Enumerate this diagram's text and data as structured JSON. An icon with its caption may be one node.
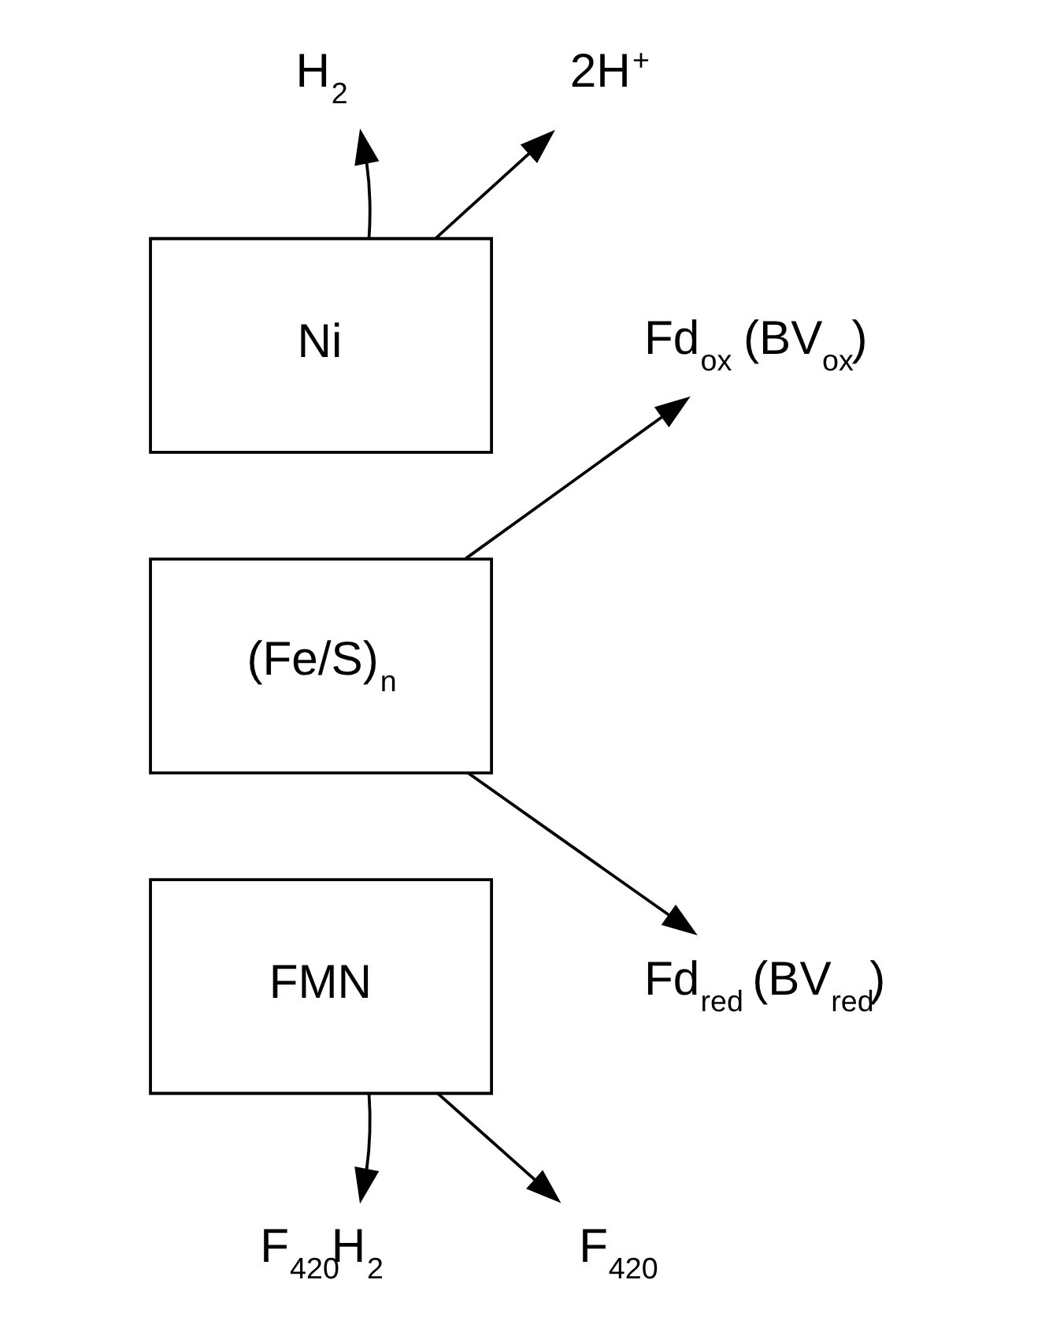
{
  "diagram": {
    "nodes": [
      {
        "text": [
          "H$_{2}$"
        ]
      },
      {
        "text": [
          "2H$^{+}$"
        ]
      },
      {
        "text": [
          "Ni"
        ]
      },
      {
        "text": [
          "(Fe/S)$_{n}$"
        ]
      },
      {
        "text": [
          "Fd$_{ox}$ (BV$_{ox}$)"
        ]
      },
      {
        "text": [
          "Fd$_{red}$ (BV$_{red}$)"
        ]
      },
      {
        "text": [
          "FMN"
        ]
      },
      {
        "text": [
          "F$_{420}$H$_{2}$"
        ]
      },
      {
        "text": [
          "F$_{420}$"
        ]
      }
    ],
    "edges": [
      {
        "from": 2,
        "to": 0,
        "arrow": "to"
      },
      {
        "from": 2,
        "to": 1,
        "arrow": "to"
      },
      {
        "from": 3,
        "to": 4,
        "arrow": "to"
      },
      {
        "from": 3,
        "to": 5,
        "arrow": "to"
      },
      {
        "from": 6,
        "to": 7,
        "arrow": "to"
      },
      {
        "from": 6,
        "to": 8,
        "arrow": "to"
      }
    ]
  }
}
